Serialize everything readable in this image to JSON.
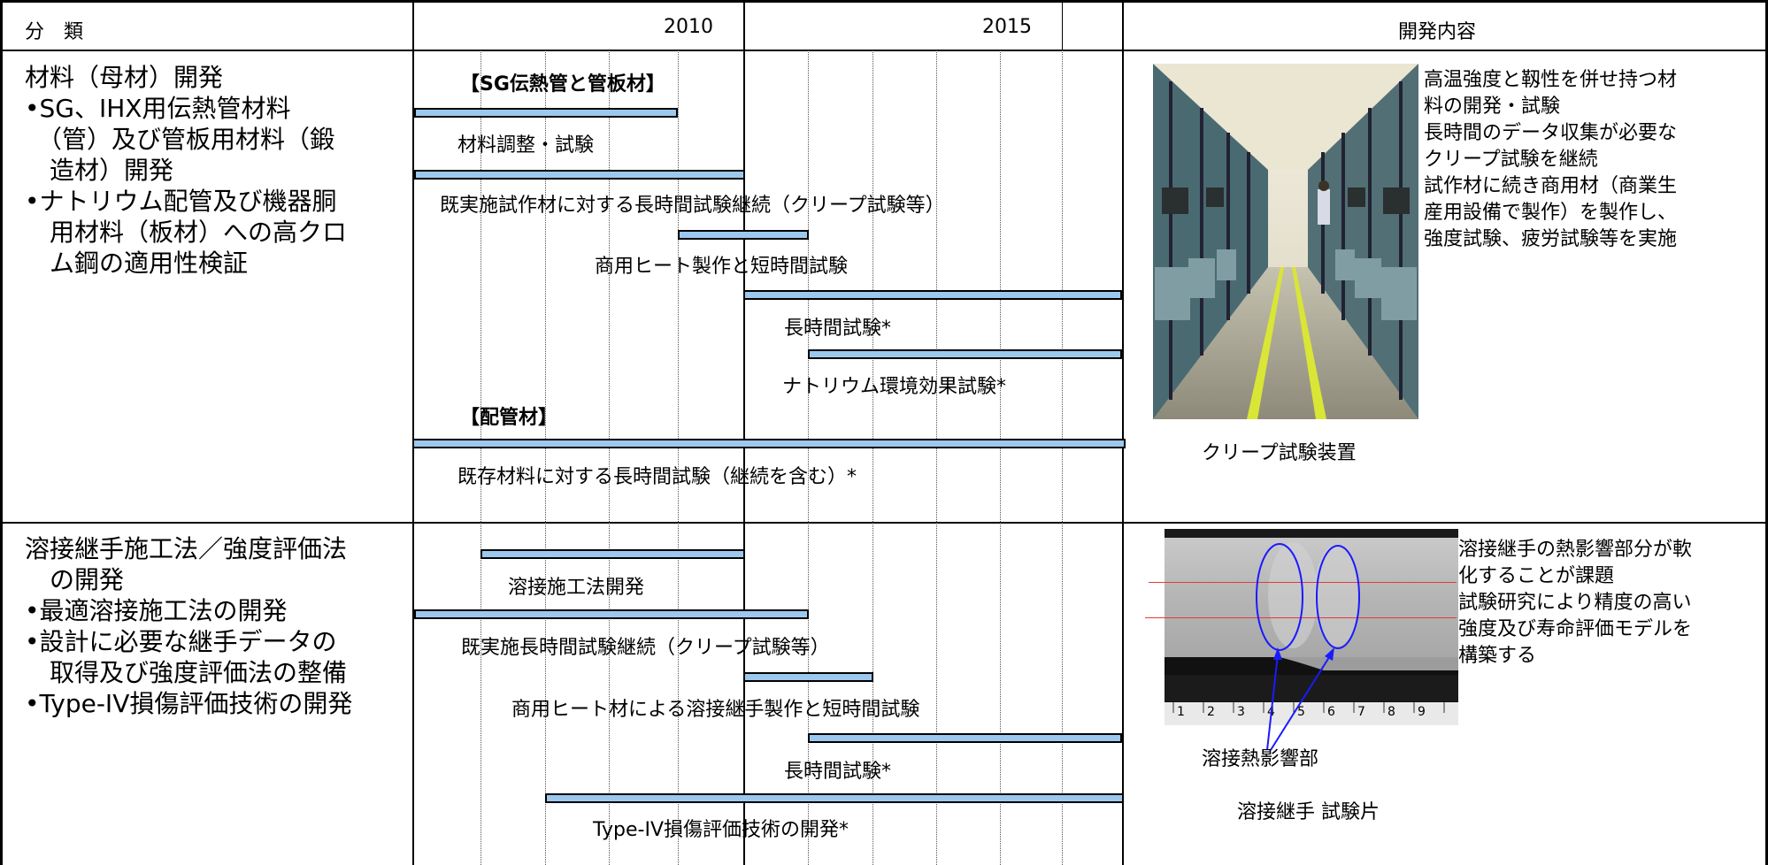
{
  "header": {
    "col_category": "分　類",
    "year_2010": "2010",
    "year_2015": "2015",
    "col_content": "開発内容"
  },
  "row1": {
    "category_text": "材料（母材）開発\n•SG、IHX用伝熱管材料\n　（管）及び管板用材料（鍛\n　造材）開発\n•ナトリウム配管及び機器胴\n　用材料（板材）への高クロ\n　ム鋼の適用性検証",
    "section_sg": "【SG伝熱管と管板材】",
    "section_pipe": "【配管材】",
    "tasks": [
      "材料調整・試験",
      "既実施試作材に対する長時間試験継続（クリープ試験等）",
      "商用ヒート製作と短時間試験",
      "長時間試験*",
      "ナトリウム環境効果試験*",
      "既存材料に対する長時間試験（継続を含む）*"
    ],
    "description": "高温強度と靱性を併せ持つ材\n料の開発・試験\n長時間のデータ収集が必要な\nクリープ試験を継続\n試作材に続き商用材（商業生\n産用設備で製作）を製作し、\n強度試験、疲労試験等を実施",
    "photo_caption": "クリープ試験装置"
  },
  "row2": {
    "category_text": "溶接継手施工法／強度評価法\n　の開発\n•最適溶接施工法の開発\n•設計に必要な継手データの\n　取得及び強度評価法の整備\n•Type-IV損傷評価技術の開発",
    "tasks": [
      "溶接施工法開発",
      "既実施長時間試験継続（クリープ試験等）",
      "商用ヒート材による溶接継手製作と短時間試験",
      "長時間試験*",
      "Type-IV損傷評価技術の開発*"
    ],
    "description": "溶接継手の熱影響部分が軟\n化することが課題\n試験研究により精度の高い\n強度及び寿命評価モデルを\n構築する",
    "ruler_numbers": [
      "1",
      "2",
      "3",
      "4",
      "5",
      "6",
      "7",
      "8",
      "9"
    ],
    "haz_label": "溶接熱影響部",
    "photo_caption": "溶接継手 試験片"
  },
  "colors": {
    "bar_fill": "#9cc8ee",
    "annotation_blue": "#1a1aff",
    "annotation_red": "#e63a3a"
  }
}
